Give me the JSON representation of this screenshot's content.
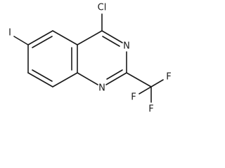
{
  "molecule": {
    "atoms": {
      "cl": "Cl",
      "i": "I",
      "n3": "N",
      "n1": "N",
      "f1": "F",
      "f2": "F",
      "f3": "F"
    }
  }
}
